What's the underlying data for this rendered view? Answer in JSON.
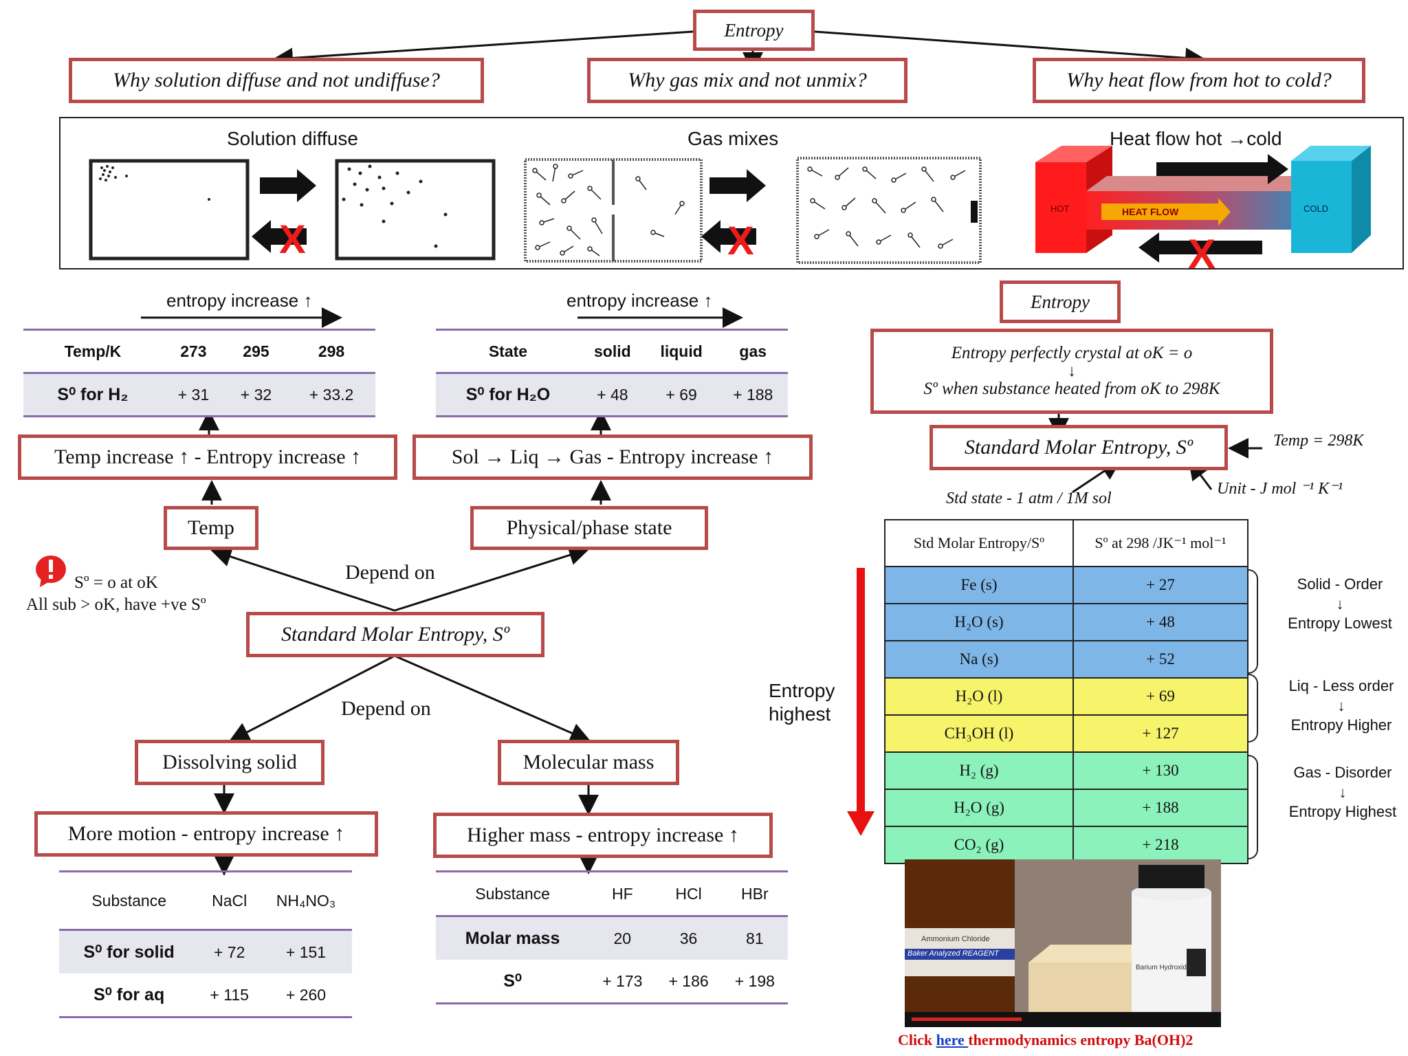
{
  "top": {
    "entropy": "Entropy",
    "q1": "Why solution diffuse and not undiffuse?",
    "q2": "Why  gas mix and not unmix?",
    "q3": "Why  heat flow from hot to cold?"
  },
  "panel": {
    "t1": "Solution diffuse",
    "t2": "Gas mixes",
    "t3": "Heat flow hot →cold",
    "hot": "HOT",
    "cold": "COLD",
    "heatflow": "HEAT FLOW"
  },
  "left": {
    "inc1": "entropy increase ↑",
    "inc2": "entropy increase ↑",
    "t1": {
      "h": [
        "Temp/K",
        "273",
        "295",
        "298"
      ],
      "r": [
        "S⁰ for H₂",
        "+ 31",
        "+ 32",
        "+ 33.2"
      ]
    },
    "t2": {
      "h": [
        "State",
        "solid",
        "liquid",
        "gas"
      ],
      "r": [
        "S⁰ for H₂O",
        "+ 48",
        "+ 69",
        "+ 188"
      ]
    },
    "b_temp_inc": "Temp increase ↑ -  Entropy increase ↑",
    "b_sol": "Sol → Liq → Gas  - Entropy increase ↑",
    "b_temp": "Temp",
    "b_phys": "Physical/phase state",
    "depend1": "Depend on",
    "depend2": "Depend on",
    "s0_line1": "Sº = o at oK",
    "s0_line2": "All sub > oK, have +ve Sº",
    "b_sme": "Standard Molar Entropy, Sº",
    "b_diss": "Dissolving solid",
    "b_molmass": "Molecular mass",
    "b_motion": "More motion - entropy increase ↑",
    "b_higher": "Higher mass - entropy increase ↑",
    "t3": {
      "h": [
        "Substance",
        "NaCl",
        "NH₄NO₃"
      ],
      "r1": [
        "S⁰ for solid",
        "+ 72",
        "+ 151"
      ],
      "r2": [
        "S⁰ for aq",
        "+ 115",
        "+ 260"
      ]
    },
    "t4": {
      "h": [
        "Substance",
        "HF",
        "HCl",
        "HBr"
      ],
      "r1": [
        "Molar mass",
        "20",
        "36",
        "81"
      ],
      "r2": [
        "S⁰",
        "+ 173",
        "+ 186",
        "+ 198"
      ]
    }
  },
  "right": {
    "entropy": "Entropy",
    "crystal": "Entropy perfectly crystal at oK = o",
    "down": "↓",
    "heated": "Sº when substance  heated from oK to  298K",
    "sme": "Standard Molar Entropy, Sº",
    "temp": "Temp = 298K",
    "unit": "Unit - J mol ⁻¹ K⁻¹",
    "std": "Std state -  1 atm / 1M sol",
    "entropy_highest": "Entropy highest",
    "table_head": [
      "Std Molar Entropy/Sº",
      "Sº at 298 /JK⁻¹ mol⁻¹"
    ],
    "rows": [
      {
        "s": "Fe (s)",
        "v": "+ 27",
        "c": "#7eb6e8"
      },
      {
        "s": "H₂O (s)",
        "v": "+ 48",
        "c": "#7eb6e8"
      },
      {
        "s": "Na (s)",
        "v": "+ 52",
        "c": "#7eb6e8"
      },
      {
        "s": "H₂O (l)",
        "v": "+ 69",
        "c": "#f7f36a"
      },
      {
        "s": "CH₃OH (l)",
        "v": "+ 127",
        "c": "#f7f36a"
      },
      {
        "s": "H₂  (g)",
        "v": "+ 130",
        "c": "#8cf2bc"
      },
      {
        "s": "H₂O (g)",
        "v": "+ 188",
        "c": "#8cf2bc"
      },
      {
        "s": "CO₂ (g)",
        "v": "+ 218",
        "c": "#8cf2bc"
      }
    ],
    "solid_a": "Solid  - Order",
    "solid_b": "Entropy  Lowest",
    "liq_a": "Liq  - Less order",
    "liq_b": "Entropy  Higher",
    "gas_a": "Gas  - Disorder",
    "gas_b": "Entropy  Highest",
    "arrow_glyph": "↓",
    "video_label1": "Ammonium Chloride",
    "video_label2": "Baker Analyzed REAGENT",
    "video_label3": "Barium Hydroxide",
    "click_pre": "Click ",
    "click_link": "here ",
    "click_post": "thermodynamics entropy Ba(OH)2"
  }
}
